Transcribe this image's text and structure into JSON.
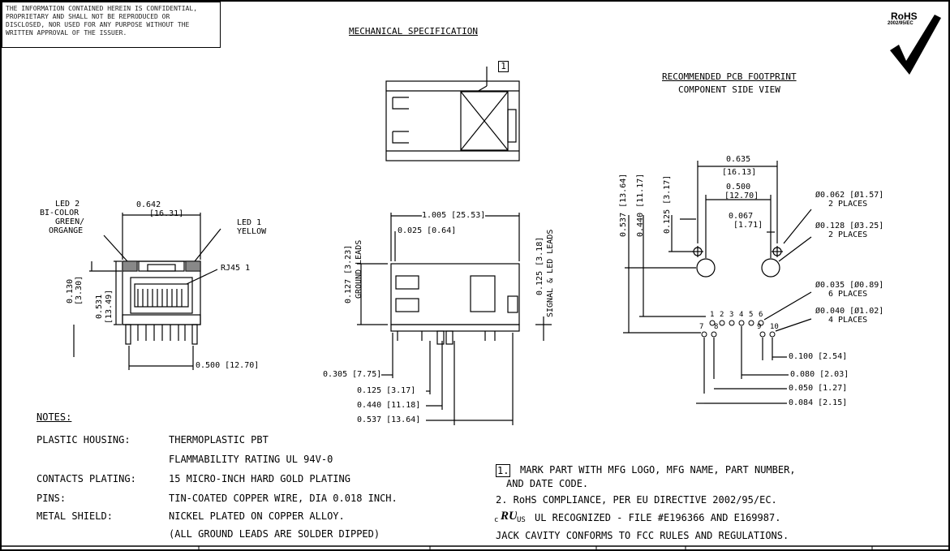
{
  "disclaimer": [
    "THE INFORMATION CONTAINED HEREIN IS CONFIDENTIAL,",
    "PROPRIETARY AND SHALL NOT BE REPRODUCED OR",
    "DISCLOSED, NOR USED FOR ANY PURPOSE WITHOUT THE",
    "WRITTEN APPROVAL OF THE ISSUER."
  ],
  "title": "MECHANICAL SPECIFICATION",
  "rohs": {
    "label": "RoHS",
    "directive": "2002/95/EC"
  },
  "marker": "1",
  "footprint": {
    "title": "RECOMMENDED PCB FOOTPRINT",
    "subtitle": "COMPONENT SIDE VIEW"
  },
  "front_view": {
    "width_dim": "0.642",
    "width_dim_mm": "[16.31]",
    "led2": [
      "LED 2",
      "BI-COLOR",
      "GREEN/",
      "ORGANGE"
    ],
    "led1": [
      "LED 1",
      "YELLOW"
    ],
    "rj45": "RJ45 1",
    "dim_0130": "0.130",
    "dim_0130_mm": "[3.30]",
    "dim_0531": "0.531",
    "dim_0531_mm": "[13.49]",
    "bottom_dim": "0.500 [12.70]"
  },
  "side_view": {
    "top_dim": "1.005 [25.53]",
    "dim_0025": "0.025 [0.64]",
    "ground_leads": "0.127 [3.23]",
    "ground_leads_label": "GROUND LEADS",
    "signal_leads": "0.125 [3.18]",
    "signal_leads_label": "SIGNAL & LED LEADS",
    "bottom_dims": [
      "0.305 [7.75]",
      "0.125 [3.17]",
      "0.440 [11.18]",
      "0.537 [13.64]"
    ]
  },
  "pcb": {
    "dim_0537": "0.537 [13.64]",
    "dim_0440": "0.440 [11.17]",
    "dim_0125": "0.125 [3.17]",
    "dim_0635": "0.635",
    "dim_0635_mm": "[16.13]",
    "dim_0500": "0.500",
    "dim_0500_mm": "[12.70]",
    "dim_0067": "0.067",
    "dim_0067_mm": "[1.71]",
    "hole_0062": "Ø0.062 [Ø1.57]",
    "hole_0062_count": "2 PLACES",
    "hole_0128": "Ø0.128 [Ø3.25]",
    "hole_0128_count": "2 PLACES",
    "hole_0035": "Ø0.035 [Ø0.89]",
    "hole_0035_count": "6 PLACES",
    "hole_0040": "Ø0.040 [Ø1.02]",
    "hole_0040_count": "4 PLACES",
    "pin_numbers_top": [
      "1",
      "2",
      "3",
      "4",
      "5",
      "6"
    ],
    "pin_numbers_low": [
      "7",
      "8",
      "9",
      "10"
    ],
    "pitch_dims": [
      "0.100 [2.54]",
      "0.080 [2.03]",
      "0.050 [1.27]",
      "0.084 [2.15]"
    ]
  },
  "notes": {
    "heading": "NOTES:",
    "rows": [
      {
        "label": "PLASTIC HOUSING:",
        "value": "THERMOPLASTIC PBT"
      },
      {
        "label": "",
        "value": "FLAMMABILITY RATING UL 94V-0"
      },
      {
        "label": "CONTACTS PLATING:",
        "value": "15 MICRO-INCH HARD GOLD PLATING"
      },
      {
        "label": "PINS:",
        "value": "TIN-COATED COPPER WIRE, DIA 0.018 INCH."
      },
      {
        "label": "METAL SHIELD:",
        "value": "NICKEL PLATED ON COPPER ALLOY."
      },
      {
        "label": "",
        "value": "(ALL GROUND LEADS ARE SOLDER DIPPED)"
      }
    ],
    "right": {
      "n1_num": "1.",
      "n1_line1": "MARK PART WITH MFG LOGO, MFG NAME, PART NUMBER,",
      "n1_line2": "AND DATE CODE.",
      "n2": "2. RoHS COMPLIANCE, PER EU DIRECTIVE 2002/95/EC.",
      "ul_c": "c",
      "ul_us": "US",
      "n3": "UL RECOGNIZED - FILE #E196366 AND E169987.",
      "n4": "JACK CAVITY CONFORMS TO FCC RULES AND REGULATIONS."
    }
  }
}
